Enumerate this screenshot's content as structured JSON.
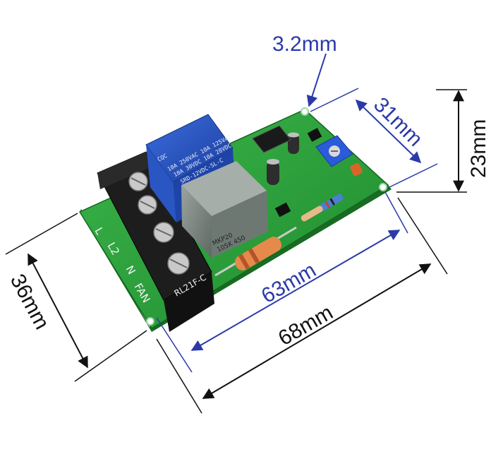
{
  "dimensions": {
    "hole_diameter": "3.2mm",
    "hole_spacing_short": "31mm",
    "board_height": "23mm",
    "board_width_short": "36mm",
    "hole_spacing_long": "63mm",
    "board_length": "68mm"
  },
  "terminals": {
    "l": "L",
    "l2": "L2",
    "n": "N",
    "fan": "FAN"
  },
  "board": {
    "model": "RL21F-C",
    "relay_brand": "CQC",
    "relay_rating_1": "10A 250VAC  10A 125VAC",
    "relay_rating_2": "10A 30VDC  10A 28VDC",
    "relay_model": "SRD-12VDC-SL-C",
    "capacitor_label_1": "MKP20",
    "capacitor_label_2": "105K 450"
  },
  "colors": {
    "pcb": "#2e9e3a",
    "relay": "#2a54c0",
    "capacitor": "#7f8a84",
    "terminal": "#1d1d1d",
    "dimension_blue": "#2b3aa8",
    "dimension_black": "#111111"
  }
}
